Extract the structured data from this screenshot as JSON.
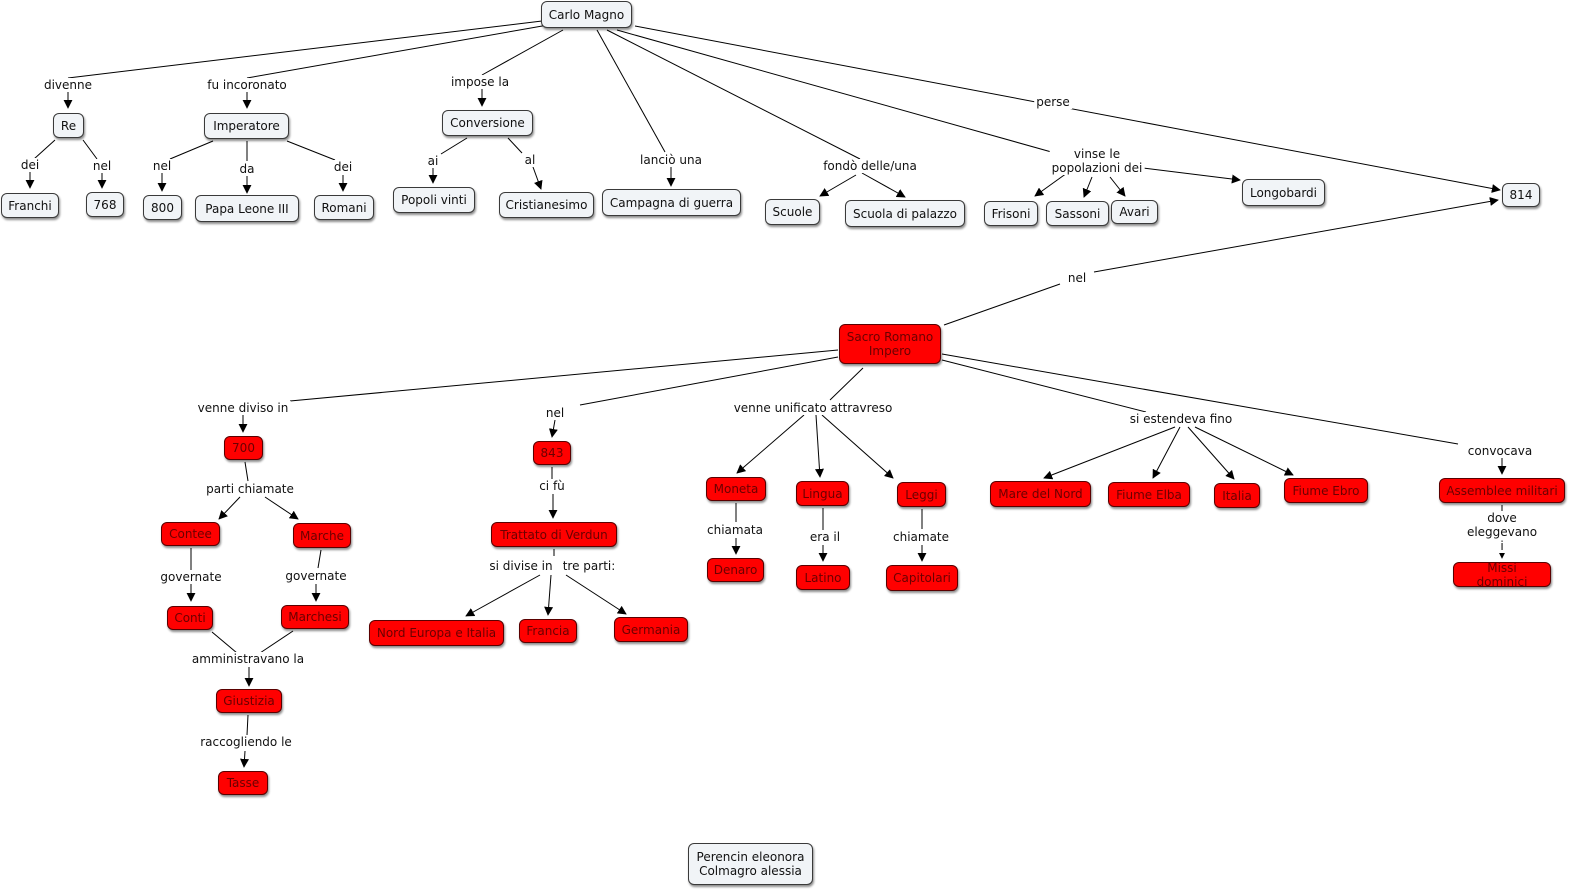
{
  "nodes": {
    "carlo_magno": "Carlo Magno",
    "re": "Re",
    "franchi": "Franchi",
    "n768": "768",
    "imperatore": "Imperatore",
    "n800": "800",
    "papa_leone": "Papa Leone III",
    "romani": "Romani",
    "conversione": "Conversione",
    "popoli_vinti": "Popoli vinti",
    "cristianesimo": "Cristianesimo",
    "campagna": "Campagna di guerra",
    "scuole": "Scuole",
    "scuola_palazzo": "Scuola di palazzo",
    "frisoni": "Frisoni",
    "sassoni": "Sassoni",
    "avari": "Avari",
    "longobardi": "Longobardi",
    "n814": "814",
    "sacro_romano": "Sacro Romano\nImpero",
    "n700": "700",
    "contee": "Contee",
    "marche": "Marche",
    "conti": "Conti",
    "marchesi": "Marchesi",
    "giustizia": "Giustizia",
    "tasse": "Tasse",
    "n843": "843",
    "trattato": "Trattato di Verdun",
    "nord_europa": "Nord Europa e Italia",
    "francia": "Francia",
    "germania": "Germania",
    "moneta": "Moneta",
    "denaro": "Denaro",
    "lingua": "Lingua",
    "latino": "Latino",
    "leggi": "Leggi",
    "capitolari": "Capitolari",
    "mare_nord": "Mare del Nord",
    "fiume_elba": "Fiume Elba",
    "italia": "Italia",
    "fiume_ebro": "Fiume Ebro",
    "assemblee": "Assemblee militari",
    "missi": "Missi dominici",
    "autori": "Perencin eleonora\nColmagro alessia"
  },
  "link_labels": {
    "divenne": "divenne",
    "fu_incoronato": "fu incoronato",
    "impose_la": "impose la",
    "lancio_una": "lanciò una",
    "fondo": "fondò delle/una",
    "vinse": "vinse le\npopolazioni dei",
    "perse": "perse",
    "re_dei": "dei",
    "re_nel": "nel",
    "imp_nel": "nel",
    "imp_da": "da",
    "imp_dei": "dei",
    "conv_ai": "ai",
    "conv_al": "al",
    "nel_814": "nel",
    "venne_diviso": "venne diviso in",
    "nel_843": "nel",
    "unificato": "venne unificato attravreso",
    "estendeva": "si estendeva fino",
    "convocava": "convocava",
    "parti_chiamate": "parti chiamate",
    "governate_1": "governate",
    "governate_2": "governate",
    "amministravano": "amministravano la",
    "raccogliendo": "raccogliendo le",
    "ci_fu": "ci fù",
    "si_divise": "si divise in",
    "tre_parti": "tre parti:",
    "chiamata": "chiamata",
    "era_il": "era il",
    "chiamate": "chiamate",
    "dove_eleggevano": "dove eleggevano i"
  },
  "colors": {
    "node_grey": "#f1f4f7",
    "node_red": "#ff0000",
    "line": "#000000"
  }
}
